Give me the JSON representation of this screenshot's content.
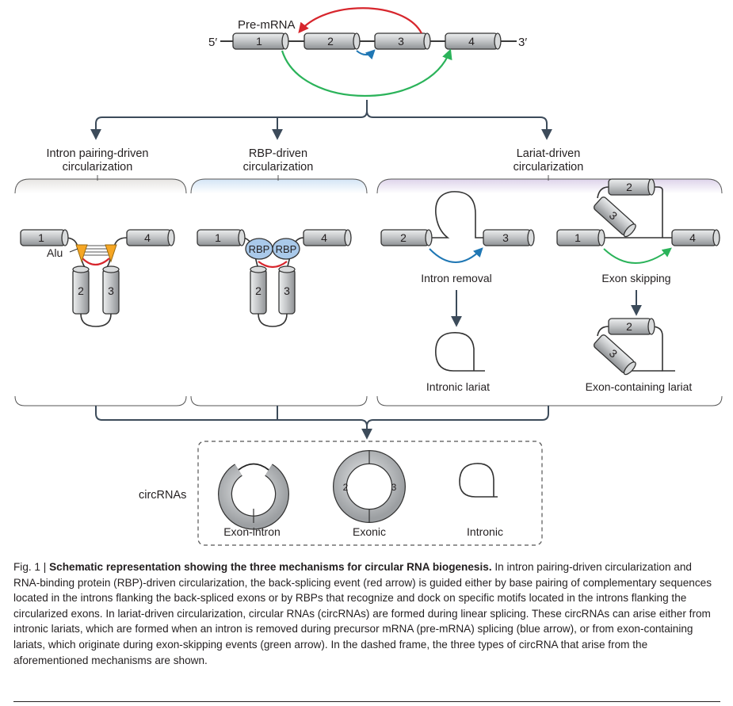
{
  "premrna": {
    "label": "Pre-mRNA",
    "five_prime": "5′",
    "three_prime": "3′",
    "exons": [
      "1",
      "2",
      "3",
      "4"
    ]
  },
  "mechanisms": {
    "intron_pairing": {
      "title_line1": "Intron pairing-driven",
      "title_line2": "circularization",
      "alu_label": "Alu"
    },
    "rbp": {
      "title_line1": "RBP-driven",
      "title_line2": "circularization",
      "rbp_label": "RBP"
    },
    "lariat": {
      "title_line1": "Lariat-driven",
      "title_line2": "circularization",
      "intron_removal": "Intron removal",
      "intronic_lariat": "Intronic lariat",
      "exon_skipping": "Exon skipping",
      "exon_containing_lariat": "Exon-containing lariat"
    }
  },
  "circrnas": {
    "label": "circRNAs",
    "types": [
      "Exon-intron",
      "Exonic",
      "Intronic"
    ]
  },
  "caption": {
    "prefix": "Fig. 1 | ",
    "title": "Schematic representation showing the three mechanisms for circular RNA biogenesis.",
    "body": " In intron pairing-driven circularization and RNA-binding protein (RBP)-driven circularization, the back-splicing event (red arrow) is guided either by base pairing of complementary sequences located in the introns flanking the back-spliced exons or by RBPs that recognize and dock on specific motifs located in the introns flanking the circularized exons. In lariat-driven circularization, circular RNAs (circRNAs) are formed during linear splicing. These circRNAs can arise either from intronic lariats, which are formed when an intron is removed during precursor mRNA (pre-mRNA) splicing (blue arrow), or from exon-containing lariats, which originate during exon-skipping events (green arrow). In the dashed frame, the three types of circRNA that arise from the aforementioned mechanisms are shown."
  },
  "colors": {
    "red_arrow": "#d7262d",
    "blue_arrow": "#1f77b4",
    "green_arrow": "#2bb35a",
    "exon_fill": "#c9cbcd",
    "rbp_fill": "#a9c9ea",
    "panel_grey": "#ecebea",
    "panel_blue": "#dbe9f6",
    "panel_purple": "#e4dcee",
    "alu_orange": "#f6a623"
  }
}
